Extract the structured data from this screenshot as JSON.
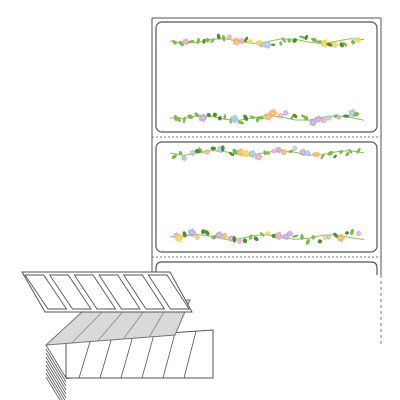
{
  "product": {
    "type": "fanfold label stock",
    "labels_shown": 2,
    "label_style": "floral vine border",
    "vine_colors": {
      "leaf": "#7dba4a",
      "leaf_dark": "#4e8f2e",
      "stem": "#8cc05a",
      "flower_pink": "#e8a0c8",
      "flower_lavender": "#b9a6e0",
      "flower_yellow": "#f2d25a",
      "flower_blue": "#9cc7e8",
      "flower_orange": "#f0b070"
    },
    "outline_color": "#555555",
    "perforation_color": "#777777",
    "stack_face_color": "#ffffff",
    "stack_shade_color": "#d9d9d9"
  }
}
